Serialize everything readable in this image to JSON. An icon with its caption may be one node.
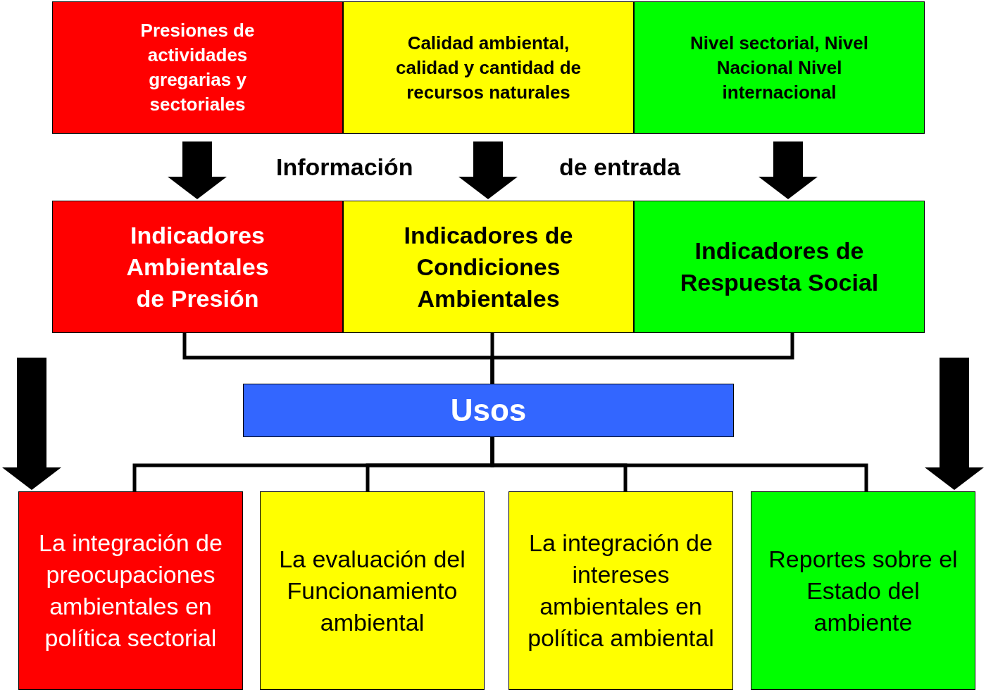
{
  "diagram": {
    "nodes": [
      {
        "text": [
          "Presiones de actividades gregarias y sectoriales"
        ]
      },
      {
        "text": [
          "Calidad ambiental, calidad y cantidad de recursos naturales"
        ]
      },
      {
        "text": [
          "Nivel sectorial, Nivel Nacional Nivel internacional"
        ]
      },
      {
        "text": [
          "Indicadores Ambientales de Presión"
        ]
      },
      {
        "text": [
          "Indicadores de Condiciones Ambientales"
        ]
      },
      {
        "text": [
          "Indicadores de Respuesta Social"
        ]
      },
      {
        "text": [
          "Usos"
        ]
      },
      {
        "text": [
          "La integración de preocupaciones ambientales en política sectorial"
        ]
      },
      {
        "text": [
          "La evaluación del Funcionamiento ambiental"
        ]
      },
      {
        "text": [
          "La integración de intereses ambientales en política ambiental"
        ]
      },
      {
        "text": [
          "Reportes sobre el Estado del ambiente"
        ]
      }
    ],
    "edges": [
      {
        "from": 0,
        "to": 3,
        "arrow": "to",
        "style": "thick"
      },
      {
        "from": 1,
        "to": 4,
        "arrow": "to",
        "style": "thick"
      },
      {
        "from": 2,
        "to": 5,
        "arrow": "to",
        "style": "thick"
      },
      {
        "from": 3,
        "to": 6,
        "arrow": "none"
      },
      {
        "from": 4,
        "to": 6,
        "arrow": "none"
      },
      {
        "from": 5,
        "to": 6,
        "arrow": "none"
      },
      {
        "from": 6,
        "to": 7,
        "arrow": "none"
      },
      {
        "from": 6,
        "to": 8,
        "arrow": "none"
      },
      {
        "from": 6,
        "to": 9,
        "arrow": "none"
      },
      {
        "from": 6,
        "to": 10,
        "arrow": "none"
      },
      {
        "from": null,
        "to": 7,
        "arrow": "to",
        "style": "thick"
      },
      {
        "from": null,
        "to": 10,
        "arrow": "to",
        "style": "thick"
      }
    ],
    "labels": [
      "Información",
      "de entrada"
    ]
  }
}
